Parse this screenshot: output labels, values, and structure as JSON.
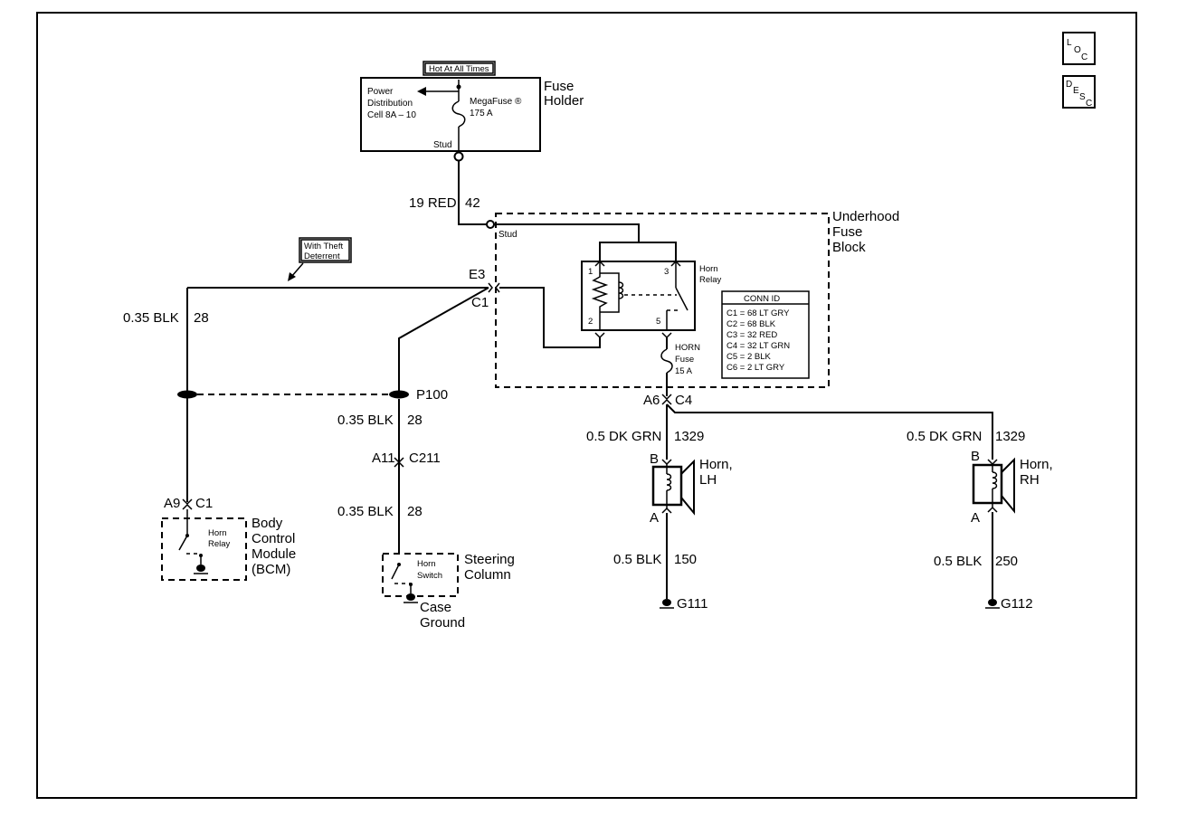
{
  "hot_tag": "Hot At All Times",
  "fuse_holder": {
    "title_line1": "Fuse",
    "title_line2": "Holder",
    "pd_line1": "Power",
    "pd_line2": "Distribution",
    "pd_line3": "Cell 8A – 10",
    "megafuse_line1": "MegaFuse ®",
    "megafuse_line2": "175 A",
    "stud": "Stud"
  },
  "wire_main": {
    "gauge": "19 RED",
    "circuit": "42"
  },
  "underhood": {
    "title_line1": "Underhood",
    "title_line2": "Fuse",
    "title_line3": "Block",
    "stud": "Stud",
    "relay_label_line1": "Horn",
    "relay_label_line2": "Relay",
    "pins": [
      "1",
      "3",
      "2",
      "5"
    ],
    "fuse_line1": "HORN",
    "fuse_line2": "Fuse",
    "fuse_line3": "15 A"
  },
  "conn_id": {
    "title": "CONN ID",
    "rows": [
      "C1 = 68 LT GRY",
      "C2 = 68 BLK",
      "C3 = 32 RED",
      "C4 = 32 LT GRN",
      "C5 = 2 BLK",
      "C6 = 2 LT GRY"
    ]
  },
  "theft_tag_line1": "With Theft",
  "theft_tag_line2": "Deterrent",
  "connectors": {
    "e3": "E3",
    "c1_top": "C1",
    "a6": "A6",
    "c4": "C4",
    "p100": "P100",
    "a11": "A11",
    "c211": "C211",
    "a9": "A9",
    "c1_bcm": "C1"
  },
  "wires": {
    "left_gauge": "0.35 BLK",
    "left_circuit": "28",
    "mid1_gauge": "0.35 BLK",
    "mid1_circuit": "28",
    "mid2_gauge": "0.35 BLK",
    "mid2_circuit": "28",
    "lh_feed_gauge": "0.5 DK GRN",
    "lh_feed_circuit": "1329",
    "rh_feed_gauge": "0.5 DK GRN",
    "rh_feed_circuit": "1329",
    "lh_gnd_gauge": "0.5 BLK",
    "lh_gnd_circuit": "150",
    "rh_gnd_gauge": "0.5 BLK",
    "rh_gnd_circuit": "250"
  },
  "bcm": {
    "line1": "Body",
    "line2": "Control",
    "line3": "Module",
    "line4": "(BCM)",
    "relay_line1": "Horn",
    "relay_line2": "Relay"
  },
  "steering": {
    "line1": "Steering",
    "line2": "Column",
    "switch_line1": "Horn",
    "switch_line2": "Switch",
    "case_line1": "Case",
    "case_line2": "Ground"
  },
  "horn_lh": {
    "line1": "Horn,",
    "line2": "LH",
    "pin_b": "B",
    "pin_a": "A",
    "ground": "G111"
  },
  "horn_rh": {
    "line1": "Horn,",
    "line2": "RH",
    "pin_b": "B",
    "pin_a": "A",
    "ground": "G112"
  },
  "side_buttons": {
    "loc": [
      "L",
      "O",
      "C"
    ],
    "desc": [
      "D",
      "E",
      "S",
      "C"
    ]
  }
}
